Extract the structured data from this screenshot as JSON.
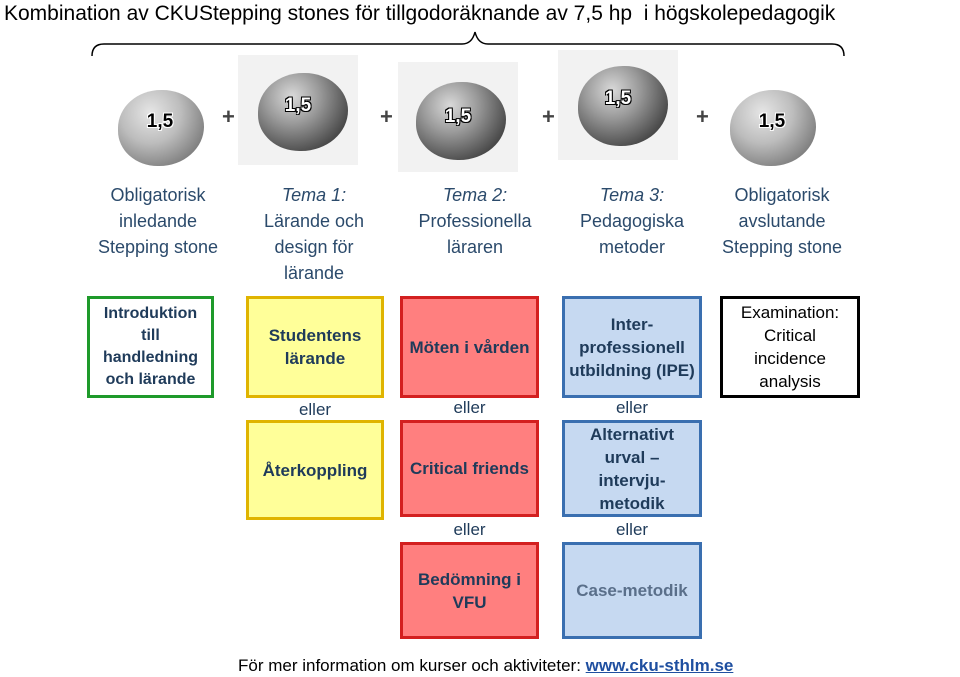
{
  "title": {
    "part1": "Kombination av CKU",
    "part2": "Stepping stones för tillgodoräknande av 7,5 hp",
    "part3": "i högskolepedagogik"
  },
  "stones": [
    {
      "label": "1,5"
    },
    {
      "label": "1,5"
    },
    {
      "label": "1,5"
    },
    {
      "label": "1,5"
    },
    {
      "label": "1,5"
    }
  ],
  "plus_sign": "+",
  "columns": [
    {
      "line1": "Obligatorisk",
      "line2": "inledande",
      "line3": "Stepping stone",
      "line4": ""
    },
    {
      "line1": "Tema 1:",
      "line2": "Lärande och",
      "line3": "design för",
      "line4": "lärande"
    },
    {
      "line1": "Tema 2:",
      "line2": "Professionella",
      "line3": "läraren",
      "line4": ""
    },
    {
      "line1": "Tema 3:",
      "line2": "Pedagogiska",
      "line3": "metoder",
      "line4": ""
    },
    {
      "line1": "Obligatorisk",
      "line2": "avslutande",
      "line3": "Stepping stone",
      "line4": ""
    }
  ],
  "boxes": {
    "intro": "Introduktion till handledning och lärande",
    "tema1_a": "Studentens lärande",
    "tema1_b": "Återkoppling",
    "tema2_a": "Möten i vården",
    "tema2_b": "Critical friends",
    "tema2_c": "Bedömning i VFU",
    "tema3_a": "Inter-professionell utbildning (IPE)",
    "tema3_b": "Alternativt urval – intervju-metodik",
    "tema3_c": "Case-metodik",
    "exam": "Examination: Critical incidence analysis"
  },
  "eller": "eller",
  "footer": {
    "text": "För mer information om kurser och aktiviteter: ",
    "link": "www.cku-sthlm.se"
  },
  "colors": {
    "green": "#1e9a2a",
    "yellow": "#ffff99",
    "red": "#ff7f7f",
    "blue": "#c6d9f1"
  }
}
